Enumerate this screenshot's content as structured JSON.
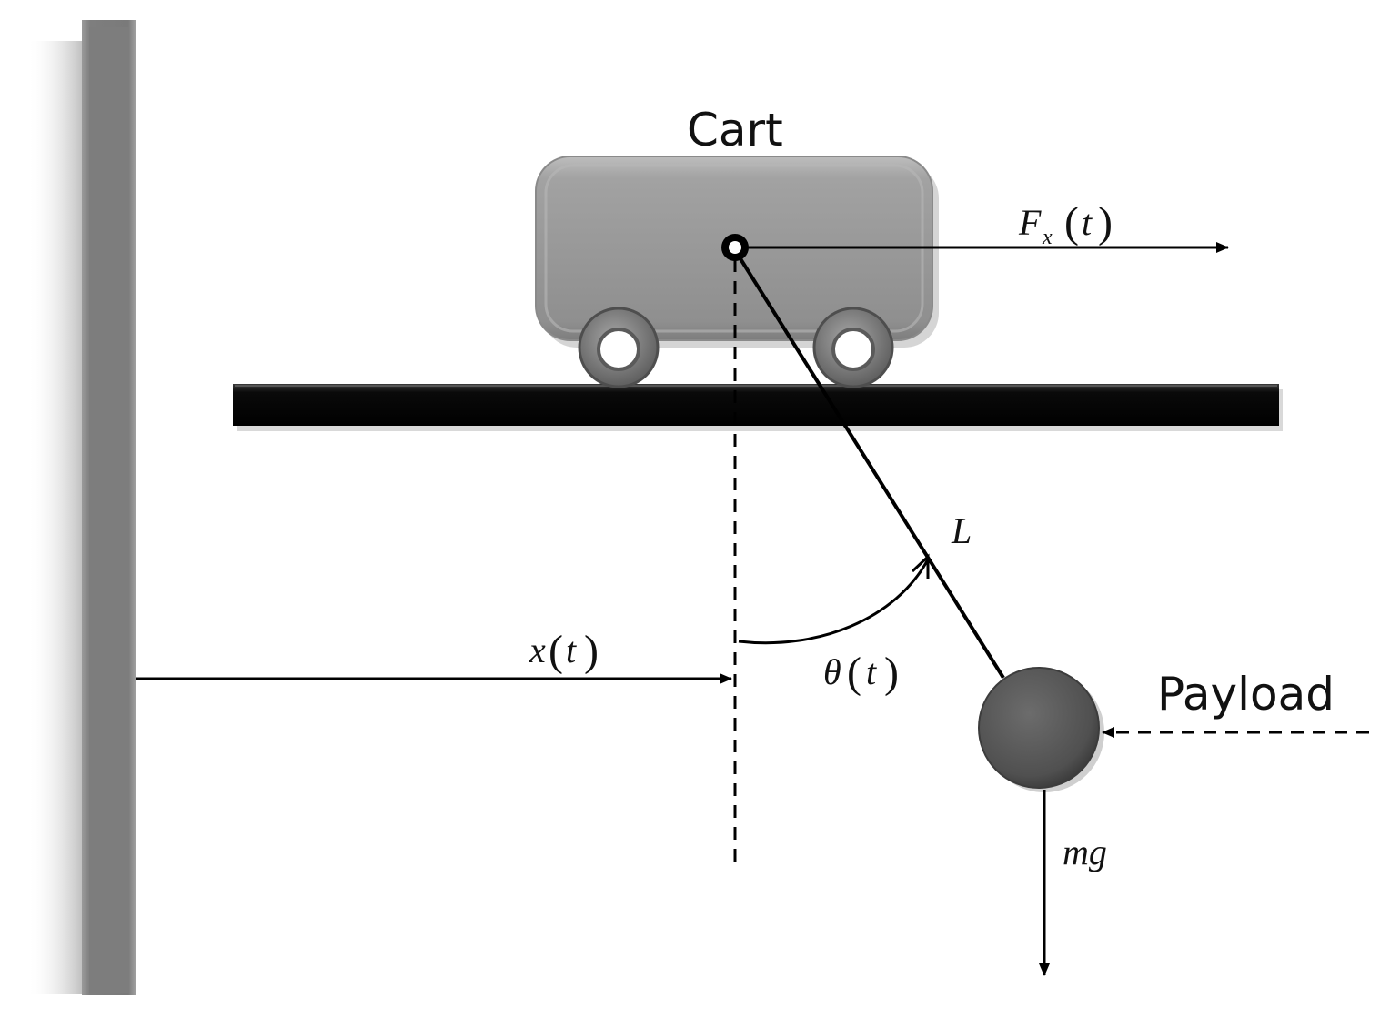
{
  "labels": {
    "cart": "Cart",
    "force_symbol": "F",
    "force_subscript": "x",
    "force_arg": "t",
    "length": "L",
    "position_symbol": "x",
    "position_arg": "t",
    "angle_symbol": "θ",
    "angle_arg": "t",
    "payload": "Payload",
    "gravity": "mg",
    "paren_open": "(",
    "paren_close": ")"
  },
  "colors": {
    "wall": "#8a8a8a",
    "cart_body": "#9a9a9a",
    "wheel": "#7c7c7c",
    "rail": "#0b0b0b",
    "payload": "#555555",
    "line": "#000000"
  }
}
